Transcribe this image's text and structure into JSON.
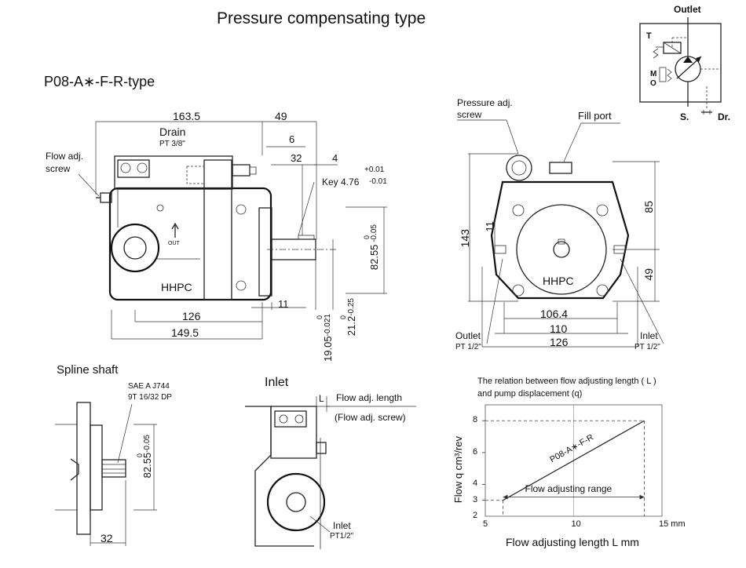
{
  "title": "Pressure compensating type",
  "model_label": "P08-A∗-F-R-type",
  "schematic": {
    "outlet": "Outlet",
    "T": "T",
    "M": "M",
    "O": "O",
    "S": "S.",
    "Dr": "Dr."
  },
  "side_view": {
    "dims": {
      "d163_5": "163.5",
      "d49": "49",
      "d6": "6",
      "d32": "32",
      "d4": "4",
      "key_tol": "+0.01",
      "key": "Key 4.76",
      "key_tol2": "-0.01",
      "d126": "126",
      "d149_5": "149.5",
      "d11": "11",
      "h82_55": "82.55",
      "h82_55_tol_a": "0",
      "h82_55_tol_b": "-0.05",
      "d19_05": "19.05",
      "d19_05_tol_a": "0",
      "d19_05_tol_b": "-0.021",
      "d21_2": "21.2",
      "d21_2_tol_a": "0",
      "d21_2_tol_b": "-0.25"
    },
    "drain": "Drain",
    "drain_thread": "PT 3/8\"",
    "flow_adj_screw": "Flow adj.\nscrew",
    "brand": "HHPC",
    "out": "OUT"
  },
  "front_view": {
    "pressure_adj": "Pressure adj.\nscrew",
    "fill_port": "Fill port",
    "brand": "HHPC",
    "dims": {
      "d143": "143",
      "d11": "11",
      "d85": "85",
      "d49": "49",
      "d106_4": "106.4",
      "d110": "110",
      "d126": "126"
    },
    "outlet": "Outlet",
    "outlet_thread": "PT 1/2\"",
    "inlet": "Inlet",
    "inlet_thread": "PT 1/2\""
  },
  "spline": {
    "title": "Spline shaft",
    "spec1": "SAE A J744",
    "spec2": "9T 16/32 DP",
    "d82_55": "82.55",
    "tol_a": "0",
    "tol_b": "-0.05",
    "d32": "32"
  },
  "inlet_view": {
    "title": "Inlet",
    "L": "L",
    "flow_adj_length": "Flow adj. length",
    "flow_adj_screw": "(Flow adj. screw)",
    "inlet": "Inlet",
    "inlet_thread": "PT1/2\""
  },
  "graph_caption": {
    "line1": "The relation between flow adjusting length ( L )",
    "line2": "and pump displacement (q)"
  },
  "chart_data": {
    "type": "line",
    "title": "The relation between flow adjusting length ( L ) and pump displacement (q)",
    "xlabel": "Flow adjusting length L mm",
    "ylabel": "Flow  q  cm³/rev",
    "xlim": [
      5,
      15
    ],
    "ylim": [
      2,
      9
    ],
    "x_ticks": [
      "5",
      "10",
      "15 mm"
    ],
    "y_ticks": [
      "2",
      "3",
      "4",
      "6",
      "8"
    ],
    "series": [
      {
        "name": "P08-A∗-F-R",
        "x": [
          6,
          14
        ],
        "y": [
          3,
          8
        ]
      }
    ],
    "annotations": [
      {
        "text": "Flow adjusting range",
        "x_from": 6,
        "x_to": 14
      }
    ]
  }
}
